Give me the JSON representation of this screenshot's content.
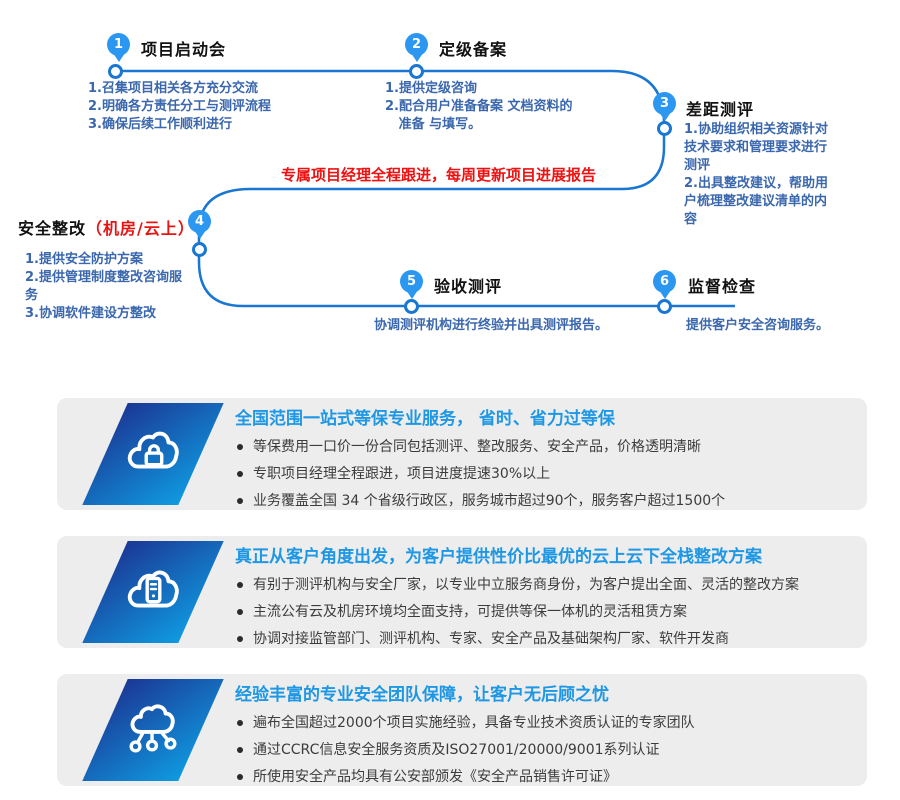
{
  "colors": {
    "line_blue": "#1976d2",
    "pin_blue": "#2b97f1",
    "desc_blue": "#3a67ad",
    "accent_red": "#ee1111",
    "card_title_blue": "#1e97e4",
    "card_bg": "#ededed",
    "parallelogram_gradient": [
      "#1b3896",
      "#0f9ae0"
    ]
  },
  "flow": {
    "banner": "专属项目经理全程跟进，每周更新项目进展报告",
    "steps": [
      {
        "num": "1",
        "title": "项目启动会",
        "desc": "1.召集项目相关各方充分交流\n2.明确各方责任分工与测评流程\n3.确保后续工作顺利进行"
      },
      {
        "num": "2",
        "title": "定级备案",
        "desc": "1.提供定级咨询\n2.配合用户准备备案 文档资料的\n   准备 与填写。"
      },
      {
        "num": "3",
        "title": "差距测评",
        "desc": "1.协助组织相关资源针对\n技术要求和管理要求进行\n测评\n2.出具整改建议，帮助用\n户梳理整改建议清单的内\n容"
      },
      {
        "num": "4",
        "title": "安全整改",
        "title_red": "（机房/云上）",
        "desc": "1.提供安全防护方案\n2.提供管理制度整改咨询服\n务\n3.协调软件建设方整改"
      },
      {
        "num": "5",
        "title": "验收测评",
        "desc": "协调测评机构进行终验并出具测评报告。"
      },
      {
        "num": "6",
        "title": "监督检查",
        "desc": "提供客户安全咨询服务。"
      }
    ]
  },
  "cards": [
    {
      "icon": "cloud-lock-icon",
      "title": "全国范围一站式等保专业服务， 省时、省力过等保",
      "bullets": [
        "等保费用一口价一份合同包括测评、整改服务、安全产品，价格透明清晰",
        "专职项目经理全程跟进，项目进度提速30%以上",
        "业务覆盖全国 34 个省级行政区，服务城市超过90个，服务客户超过1500个"
      ]
    },
    {
      "icon": "cloud-server-icon",
      "title": "真正从客户角度出发，为客户提供性价比最优的云上云下全栈整改方案",
      "bullets": [
        "有别于测评机构与安全厂家，以专业中立服务商身份，为客户提出全面、灵活的整改方案",
        "主流公有云及机房环境均全面支持，可提供等保一体机的灵活租赁方案",
        "协调对接监管部门、测评机构、专家、安全产品及基础架构厂家、软件开发商"
      ]
    },
    {
      "icon": "cloud-network-icon",
      "title": "经验丰富的专业安全团队保障，让客户无后顾之忧",
      "bullets": [
        "遍布全国超过2000个项目实施经验，具备专业技术资质认证的专家团队",
        "通过CCRC信息安全服务资质及ISO27001/20000/9001系列认证",
        "所使用安全产品均具有公安部颁发《安全产品销售许可证》"
      ]
    }
  ]
}
